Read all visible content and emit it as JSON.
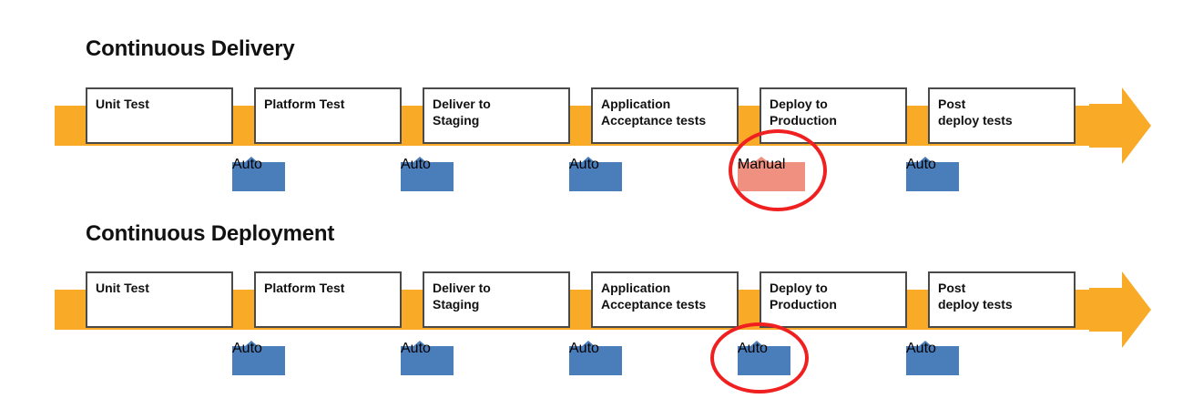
{
  "colors": {
    "spine_orange": "#F9AB28",
    "box_border": "#4A4A4A",
    "box_fill": "#FFFFFF",
    "badge_auto_blue": "#4A7EBB",
    "badge_manual_salmon": "#F09080",
    "highlight_red": "#F02020",
    "title_text": "#111111"
  },
  "diagram": {
    "type": "pipeline-comparison",
    "rows": [
      {
        "title": "Continuous Delivery",
        "stages": [
          {
            "label": "Unit Test"
          },
          {
            "label": "Platform Test"
          },
          {
            "label": "Deliver to\nStaging"
          },
          {
            "label": "Application\nAcceptance tests"
          },
          {
            "label": "Deploy to\nProduction"
          },
          {
            "label": "Post\ndeploy tests"
          }
        ],
        "gates": [
          {
            "label": "Auto",
            "kind": "auto",
            "highlighted": false
          },
          {
            "label": "Auto",
            "kind": "auto",
            "highlighted": false
          },
          {
            "label": "Auto",
            "kind": "auto",
            "highlighted": false
          },
          {
            "label": "Manual",
            "kind": "manual",
            "highlighted": true
          },
          {
            "label": "Auto",
            "kind": "auto",
            "highlighted": false
          }
        ]
      },
      {
        "title": "Continuous Deployment",
        "stages": [
          {
            "label": "Unit Test"
          },
          {
            "label": "Platform Test"
          },
          {
            "label": "Deliver to\nStaging"
          },
          {
            "label": "Application\nAcceptance tests"
          },
          {
            "label": "Deploy to\nProduction"
          },
          {
            "label": "Post\ndeploy tests"
          }
        ],
        "gates": [
          {
            "label": "Auto",
            "kind": "auto",
            "highlighted": false
          },
          {
            "label": "Auto",
            "kind": "auto",
            "highlighted": false
          },
          {
            "label": "Auto",
            "kind": "auto",
            "highlighted": false
          },
          {
            "label": "Auto",
            "kind": "auto",
            "highlighted": true
          },
          {
            "label": "Auto",
            "kind": "auto",
            "highlighted": false
          }
        ]
      }
    ]
  }
}
